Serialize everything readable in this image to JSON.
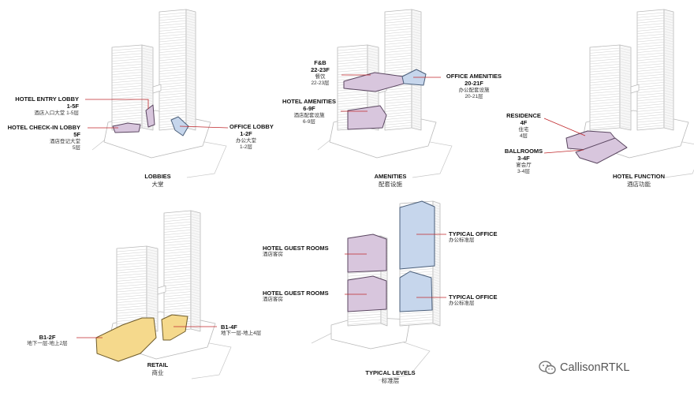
{
  "colors": {
    "purple": "#d8c6dd",
    "purple_line": "#5a4660",
    "blue": "#c6d6ec",
    "blue_line": "#4b5f7a",
    "yellow": "#f5d98c",
    "yellow_line": "#6e5b2a",
    "leader": "#c0292d",
    "building_line": "#b9b9b9"
  },
  "panels": {
    "lobbies": {
      "caption": "LOBBIES",
      "caption_cn": "大堂",
      "hotel_entry": {
        "title": "HOTEL ENTRY LOBBY",
        "floors": "1-5F",
        "cn": "酒店入口大堂",
        "cn_floors": "1-5层"
      },
      "hotel_checkin": {
        "title": "HOTEL CHECK-IN LOBBY",
        "floors": "5F",
        "cn": "酒店登记大堂",
        "cn_floors": "5层"
      },
      "office_lobby": {
        "title": "OFFICE LOBBY",
        "floors": "1-2F",
        "cn": "办公大堂",
        "cn_floors": "1-2层"
      }
    },
    "amenities": {
      "caption": "AMENITIES",
      "caption_cn": "配套设施",
      "fb": {
        "title": "F&B",
        "floors": "22-23F",
        "cn": "餐饮",
        "cn_floors": "22-23层"
      },
      "hotel_amenities": {
        "title": "HOTEL AMENITIES",
        "floors": "6-9F",
        "cn": "酒店配套设施",
        "cn_floors": "6-9层"
      },
      "office_amenities": {
        "title": "OFFICE AMENITIES",
        "floors": "20-21F",
        "cn": "办公配套设施",
        "cn_floors": "20-21层"
      }
    },
    "hotel_function": {
      "caption": "HOTEL FUNCTION",
      "caption_cn": "酒店功能",
      "residence": {
        "title": "RESIDENCE",
        "floors": "4F",
        "cn": "住宅",
        "cn_floors": "4层"
      },
      "ballrooms": {
        "title": "BALLROOMS",
        "floors": "3-4F",
        "cn": "宴会厅",
        "cn_floors": "3-4层"
      }
    },
    "retail": {
      "caption": "RETAIL",
      "caption_cn": "商业",
      "b1_2f": {
        "title": "B1-2F",
        "cn": "地下一层-地上2层"
      },
      "b1_4f": {
        "title": "B1-4F",
        "cn": "地下一层-地上4层"
      }
    },
    "typical_levels": {
      "caption": "TYPICAL LEVELS",
      "caption_cn": "标准层",
      "guest_rooms_upper": {
        "title": "HOTEL GUEST ROOMS",
        "cn": "酒店客房"
      },
      "guest_rooms_lower": {
        "title": "HOTEL GUEST ROOMS",
        "cn": "酒店客房"
      },
      "office_upper": {
        "title": "TYPICAL OFFICE",
        "cn": "办公标准层"
      },
      "office_lower": {
        "title": "TYPICAL OFFICE",
        "cn": "办公标准层"
      }
    }
  },
  "brand": {
    "name": "CallisonRTKL",
    "icon": "wechat-icon"
  }
}
